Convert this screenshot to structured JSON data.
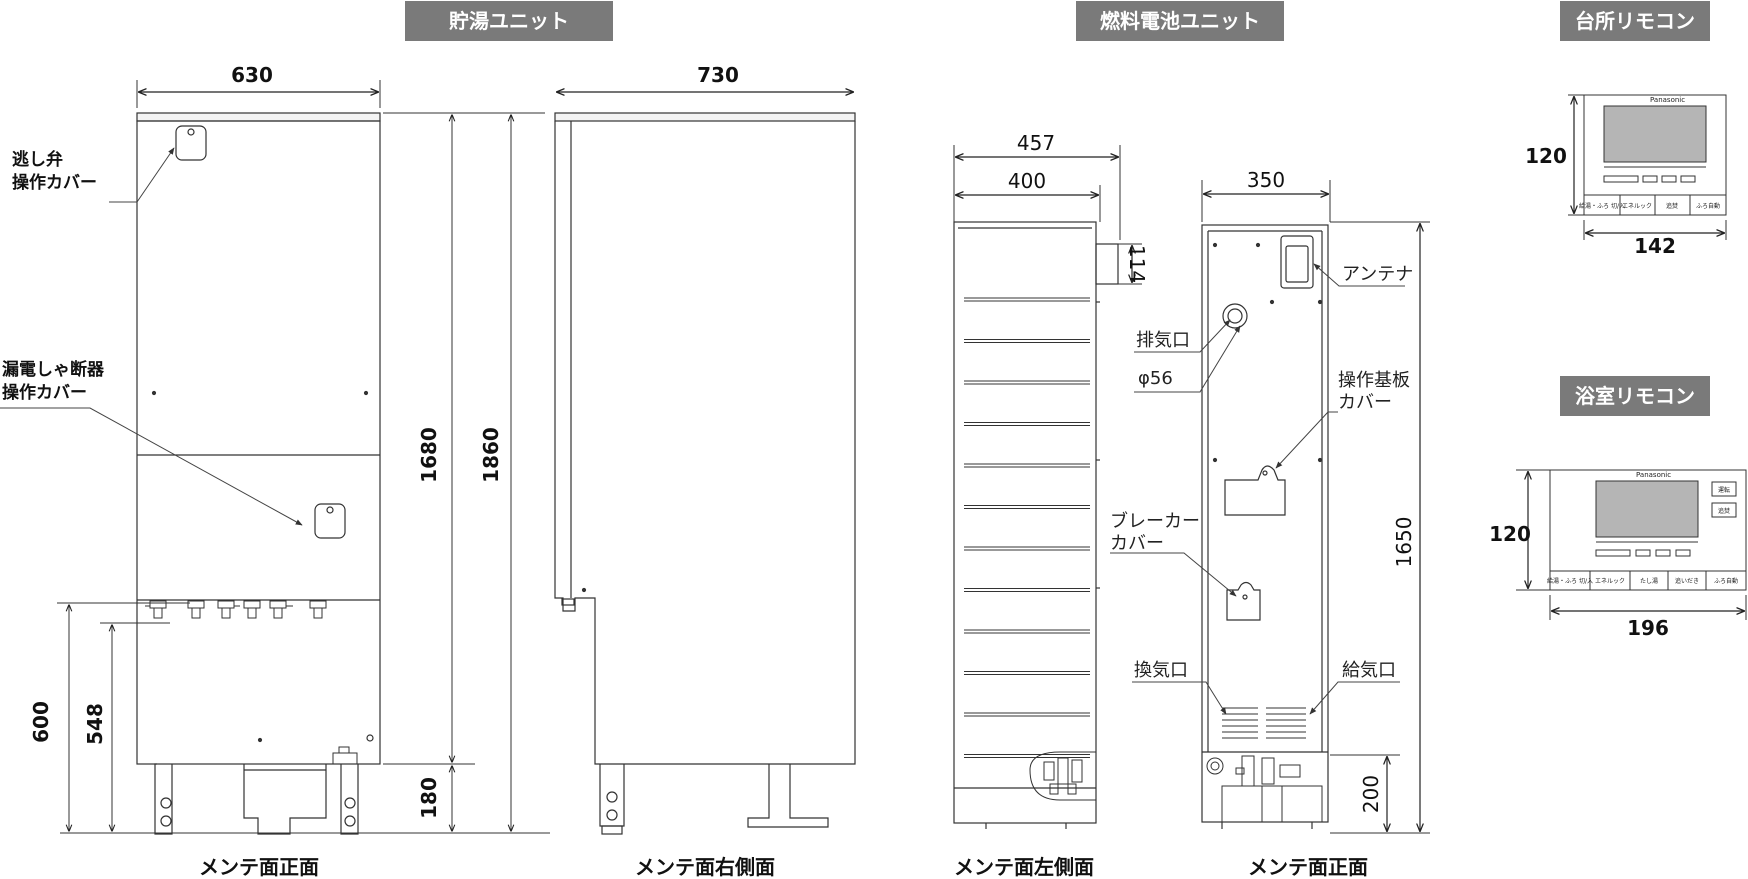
{
  "headers": {
    "storage_unit": "貯湯ユニット",
    "fuel_cell_unit": "燃料電池ユニット",
    "kitchen_remote": "台所リモコン",
    "bath_remote": "浴室リモコン"
  },
  "captions": {
    "storage_front": "メンテ面正面",
    "storage_right": "メンテ面右側面",
    "fuel_left": "メンテ面左側面",
    "fuel_front": "メンテ面正面"
  },
  "dimensions": {
    "storage_width": "630",
    "storage_depth": "730",
    "storage_body_height": "1680",
    "storage_total_height": "1860",
    "storage_leg_height": "180",
    "storage_pipe_600": "600",
    "storage_pipe_548": "548",
    "fuel_depth_457": "457",
    "fuel_depth_400": "400",
    "fuel_top_114": "114",
    "fuel_width": "350",
    "fuel_height": "1650",
    "fuel_base_200": "200",
    "kitchen_height": "120",
    "kitchen_width": "142",
    "bath_height": "120",
    "bath_width": "196"
  },
  "labels": {
    "relief_valve_l1": "逃し弁",
    "relief_valve_l2": "操作カバー",
    "breaker_l1": "漏電しゃ断器",
    "breaker_l2": "操作カバー",
    "antenna": "アンテナ",
    "exhaust": "排気口",
    "phi56": "φ56",
    "board_l1": "操作基板",
    "board_l2": "カバー",
    "breaker_cover_l1": "ブレーカー",
    "breaker_cover_l2": "カバー",
    "ventilation": "換気口",
    "air_intake": "給気口"
  },
  "kitchen_remote": {
    "brand": "Panasonic",
    "btn1": "給湯・ふろ 切/入",
    "btn2": "エネルック",
    "btn3": "追焚",
    "btn4": "ふろ自動"
  },
  "bath_remote": {
    "brand": "Panasonic",
    "side1": "運転",
    "side2": "追焚",
    "btn1": "給湯・ふろ 切/入",
    "btn2": "エネルック",
    "btn3": "たし湯",
    "btn4": "追いだき",
    "btn5": "ふろ自動"
  },
  "colors": {
    "header_bg": "#7a7a7a",
    "header_text": "#ffffff",
    "screen": "#b5b5b5",
    "line": "#333333"
  }
}
